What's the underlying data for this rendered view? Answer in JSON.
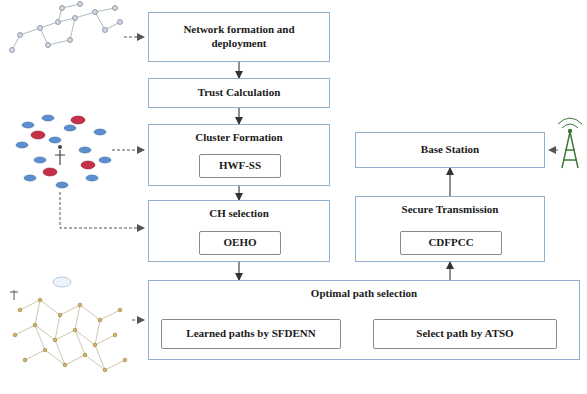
{
  "diagram": {
    "nodes": [
      {
        "text": [
          "Network formation and deployment"
        ]
      },
      {
        "text": [
          "Trust Calculation"
        ]
      },
      {
        "text": [
          "Cluster Formation"
        ]
      },
      {
        "text": [
          "HWF-SS"
        ],
        "in": 2
      },
      {
        "text": [
          "Base Station"
        ]
      },
      {
        "text": [
          "CH selection"
        ]
      },
      {
        "text": [
          "OEHO"
        ],
        "in": 5
      },
      {
        "text": [
          "Secure Transmission"
        ]
      },
      {
        "text": [
          "CDFPCC"
        ],
        "in": 7
      },
      {
        "text": [
          "Optimal path selection"
        ]
      },
      {
        "text": [
          "Learned paths by SFDENN"
        ],
        "in": 9
      },
      {
        "text": [
          "Select path by ATSO"
        ],
        "in": 9
      }
    ],
    "edges": [
      {
        "from": 0,
        "to": 1,
        "arrow": "to"
      },
      {
        "from": 1,
        "to": 2,
        "arrow": "to"
      },
      {
        "from": 2,
        "to": 5,
        "arrow": "to"
      },
      {
        "from": 5,
        "to": 9,
        "arrow": "to"
      },
      {
        "from": 9,
        "to": 7,
        "arrow": "to"
      },
      {
        "from": 7,
        "to": 4,
        "arrow": "to"
      },
      {
        "from": 10,
        "to": 11,
        "arrow": "to"
      }
    ]
  }
}
